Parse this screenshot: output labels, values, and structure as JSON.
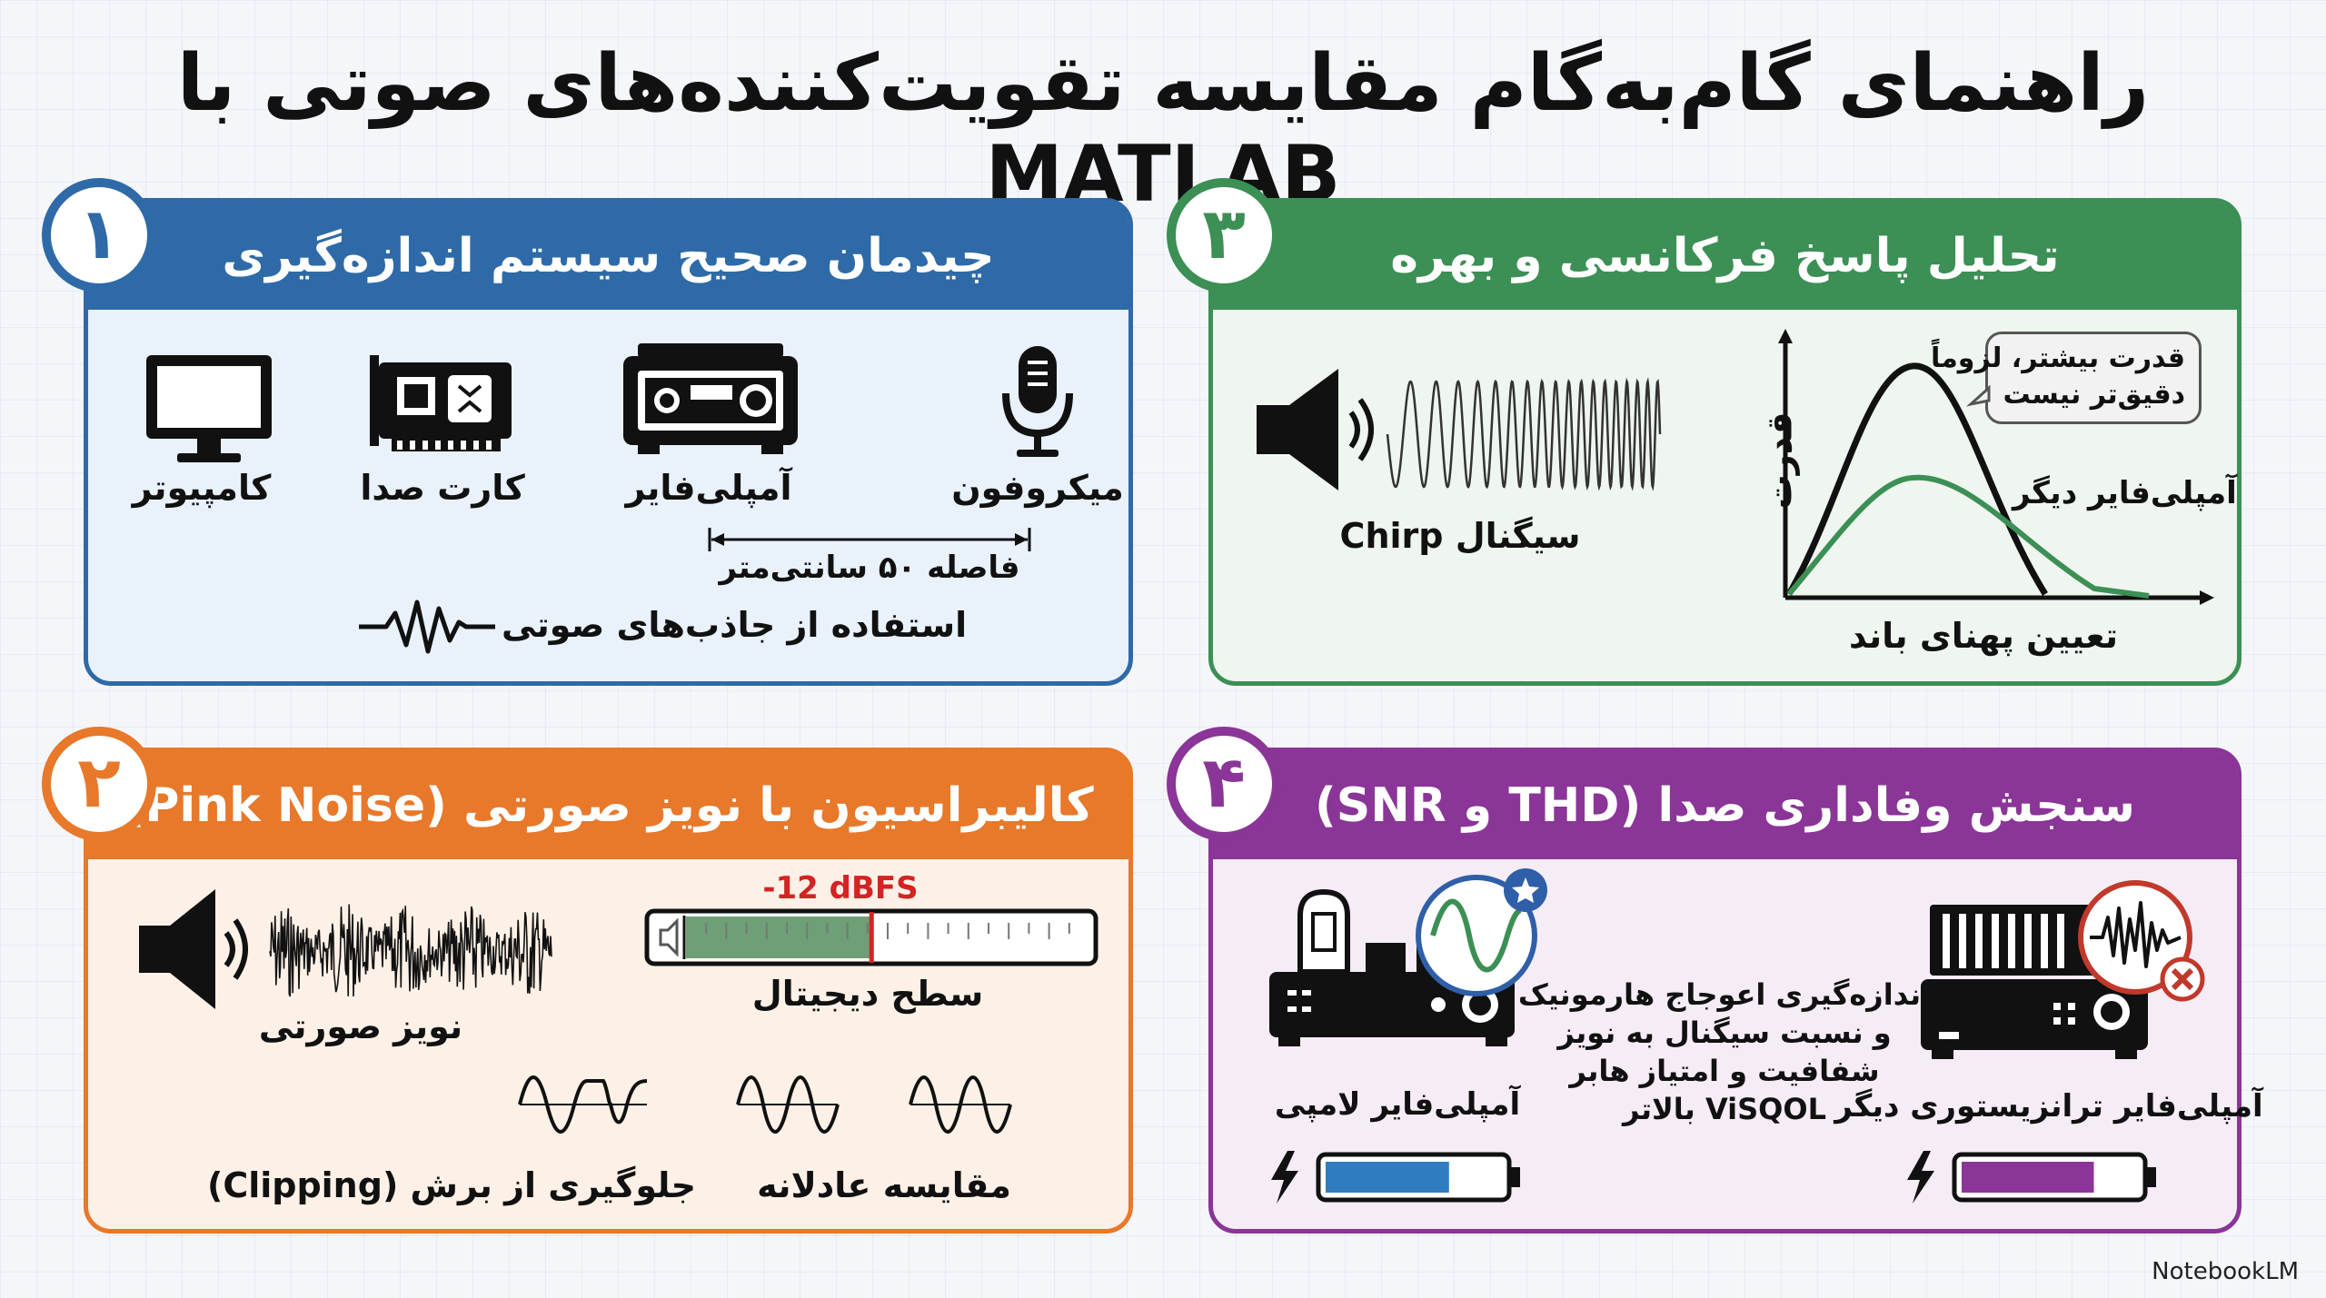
{
  "title": "راهنمای گام‌به‌گام مقایسه تقویت‌کننده‌های صوتی با MATLAB",
  "panels": {
    "p1": {
      "number": "۱",
      "heading": "چیدمان صحیح سیستم اندازه‌گیری",
      "color": "#2f6aa8",
      "items": [
        "میکروفون",
        "آمپلی‌فایر",
        "کارت صدا",
        "کامپیوتر"
      ],
      "distance": "فاصله ۵۰ سانتی‌متر",
      "absorbers": "استفاده از جاذب‌های صوتی"
    },
    "p2": {
      "number": "۲",
      "heading": "کالیبراسیون با نویز صورتی (Pink Noise)",
      "color": "#e8782a",
      "noise_label": "نویز صورتی",
      "level_value": "-12 dBFS",
      "level_label": "سطح دیجیتال",
      "fair_label": "مقایسه عادلانه",
      "clip_label": "جلوگیری از برش (Clipping)"
    },
    "p3": {
      "number": "۳",
      "heading": "تحلیل پاسخ فرکانسی و بهره",
      "color": "#3c8f55",
      "signal_label": "سیگنال Chirp",
      "y_label": "قدرت",
      "x_label": "تعیین پهنای باند",
      "callout": [
        "قدرت بیشتر، لزوماً",
        "دقیق‌تر نیست"
      ],
      "other_amp": "آمپلی‌فایر دیگر"
    },
    "p4": {
      "number": "۴",
      "heading": "سنجش وفاداری صدا (THD و SNR)",
      "color": "#8a3597",
      "tube_label": "آمپلی‌فایر لامپی",
      "transistor_label": "آمپلی‌فایر ترانزیستوری دیگر",
      "description": [
        "اندازه‌گیری اعوجاج هارمونیک",
        "و نسبت سیگنال به نویز",
        "شفافیت و امتیاز هابر",
        "ViSQOL بالاتر"
      ],
      "battery_tube_level": 0.7,
      "battery_transistor_level": 0.75
    }
  },
  "footer": "NotebookLM"
}
